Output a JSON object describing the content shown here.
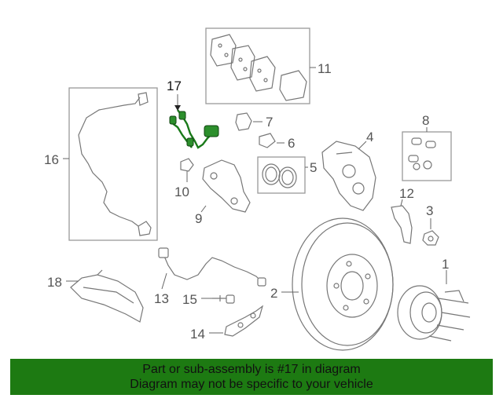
{
  "labels": {
    "l1": "1",
    "l2": "2",
    "l3": "3",
    "l4": "4",
    "l5": "5",
    "l6": "6",
    "l7": "7",
    "l8": "8",
    "l9": "9",
    "l10": "10",
    "l11": "11",
    "l12": "12",
    "l13": "13",
    "l14": "14",
    "l15": "15",
    "l16": "16",
    "l17": "17",
    "l18": "18"
  },
  "highlight": {
    "part": "17",
    "color": "#1d7a12"
  },
  "banner": {
    "line1": "Part or sub-assembly is #17 in diagram",
    "line2": "Diagram may not be specific to your vehicle"
  }
}
